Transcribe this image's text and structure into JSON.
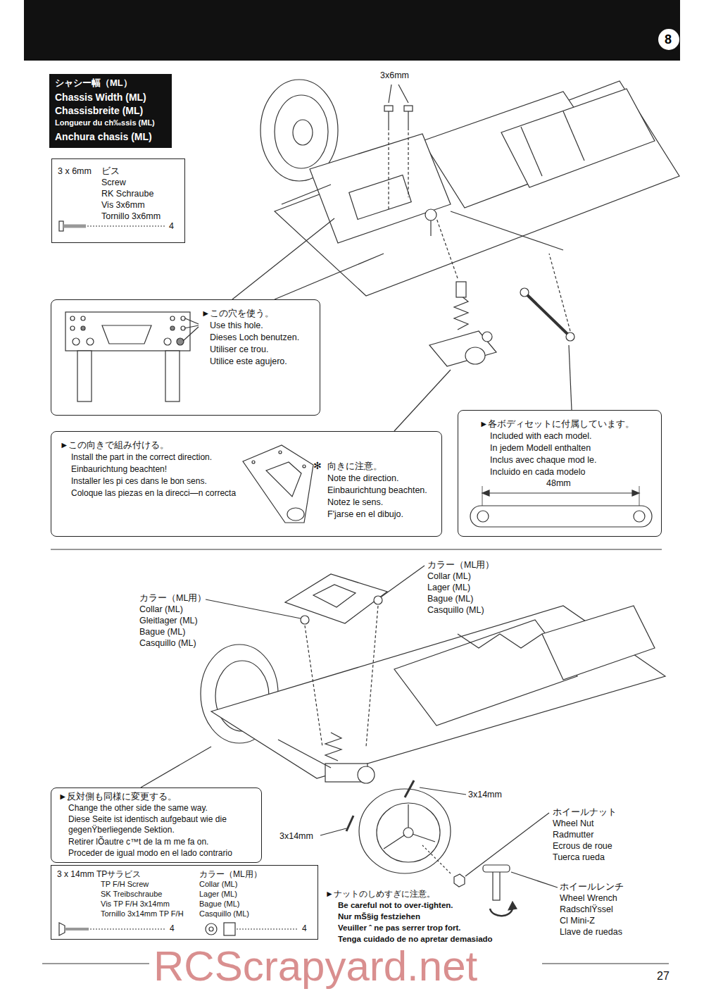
{
  "diagram": {
    "nodes": [
      {
        "text": [
          "シャシー幅（ML）",
          "Chassis Width (ML)",
          "Chassisbreite (ML)",
          "Longueur du ch‰ssis (ML)",
          "Anchura chasis (ML)"
        ]
      },
      {
        "text": [
          "3 x 6mm",
          "ビス",
          "Screw",
          "RK Schraube",
          "Vis 3x6mm",
          "Tornillo 3x6mm",
          "4"
        ]
      },
      {
        "text": [
          "►この穴を使う。",
          "Use this hole.",
          "Dieses Loch benutzen.",
          "Utiliser ce trou.",
          "Utilice este agujero."
        ]
      },
      {
        "text": [
          "►この向きで組み付ける。",
          "Install the part in the correct direction.",
          "Einbaurichtung beachten!",
          "Installer les pi ces dans le bon sens.",
          "Coloque las piezas en la direcci—n correcta",
          "✻",
          "向きに注意。",
          "Note the direction.",
          "Einbaurichtung beachten.",
          "Notez le sens.",
          "F'jarse en el dibujo."
        ]
      },
      {
        "text": [
          "►各ボディセットに付属しています。",
          "Included with each model.",
          "In jedem Modell enthalten",
          "Inclus avec chaque mod le.",
          "Incluido en cada modelo",
          "48mm"
        ]
      },
      {
        "text": [
          "►反対側も同様に変更する。",
          "Change the other side the same way.",
          "Diese Seite ist identisch aufgebaut wie die gegenŸberliegende Sektion.",
          "Retirer lÕautre c™t de la m me fa on.",
          "Proceder de igual modo en el lado contrario"
        ]
      },
      {
        "text": [
          "3 x 14mm",
          "TPサラビス",
          "TP F/H Screw",
          "SK Treibschraube",
          "Vis TP F/H 3x14mm",
          "Tornillo 3x14mm TP F/H",
          "4",
          "カラー（ML用）",
          "Collar (ML)",
          "Lager (ML)",
          "Bague (ML)",
          "Casquillo (ML)",
          "4"
        ]
      }
    ],
    "labels": [
      "8",
      "3x6mm",
      "カラー（ML用）",
      "Collar (ML)",
      "Lager (ML)",
      "Bague (ML)",
      "Casquillo (ML)",
      "カラー（ML用）",
      "Collar (ML)",
      "Gleitlager (ML)",
      "Bague (ML)",
      "Casquillo (ML)",
      "3x14mm",
      "3x14mm",
      "ホイールナット",
      "Wheel Nut",
      "Radmutter",
      "Ecrous de roue",
      "Tuerca rueda",
      "ホイールレンチ",
      "Wheel Wrench",
      "RadschlŸssel",
      "Cl Mini-Z",
      "Llave de ruedas",
      "►ナットのしめすぎに注意。",
      "Be careful not to over-tighten.",
      "Nur mŠ§ig festziehen",
      "Veuiller ˆ ne pas serrer trop fort.",
      "Tenga cuidado de no apretar demasiado",
      "27",
      "RCScrapyard.net"
    ]
  }
}
